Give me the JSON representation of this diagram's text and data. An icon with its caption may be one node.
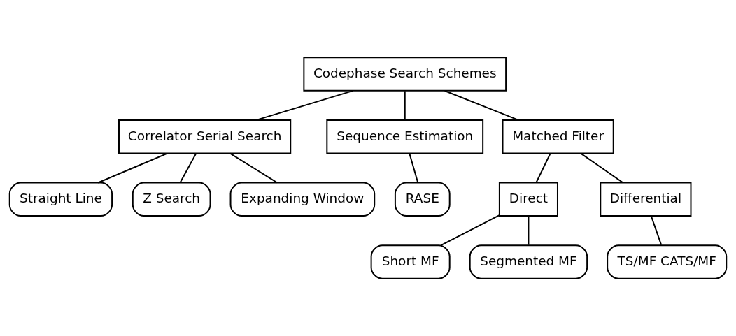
{
  "diagram": {
    "nodes": [
      {
        "text": [
          "Codephase Search Schemes"
        ]
      },
      {
        "text": [
          "Correlator Serial Search"
        ]
      },
      {
        "text": [
          "Sequence Estimation"
        ]
      },
      {
        "text": [
          "Matched Filter"
        ]
      },
      {
        "text": [
          "Straight Line"
        ]
      },
      {
        "text": [
          "Z Search"
        ]
      },
      {
        "text": [
          "Expanding Window"
        ]
      },
      {
        "text": [
          "RASE"
        ]
      },
      {
        "text": [
          "Direct"
        ]
      },
      {
        "text": [
          "Differential"
        ]
      },
      {
        "text": [
          "Short MF"
        ]
      },
      {
        "text": [
          "Segmented MF"
        ]
      },
      {
        "text": [
          "TS/MF CATS/MF"
        ]
      }
    ],
    "edges": [
      {
        "from": 0,
        "to": 1,
        "arrow": "none"
      },
      {
        "from": 0,
        "to": 2,
        "arrow": "none"
      },
      {
        "from": 0,
        "to": 3,
        "arrow": "none"
      },
      {
        "from": 1,
        "to": 4,
        "arrow": "none"
      },
      {
        "from": 1,
        "to": 5,
        "arrow": "none"
      },
      {
        "from": 1,
        "to": 6,
        "arrow": "none"
      },
      {
        "from": 2,
        "to": 7,
        "arrow": "none"
      },
      {
        "from": 3,
        "to": 8,
        "arrow": "none"
      },
      {
        "from": 3,
        "to": 9,
        "arrow": "none"
      },
      {
        "from": 8,
        "to": 10,
        "arrow": "none"
      },
      {
        "from": 8,
        "to": 11,
        "arrow": "none"
      },
      {
        "from": 9,
        "to": 12,
        "arrow": "none"
      }
    ]
  }
}
